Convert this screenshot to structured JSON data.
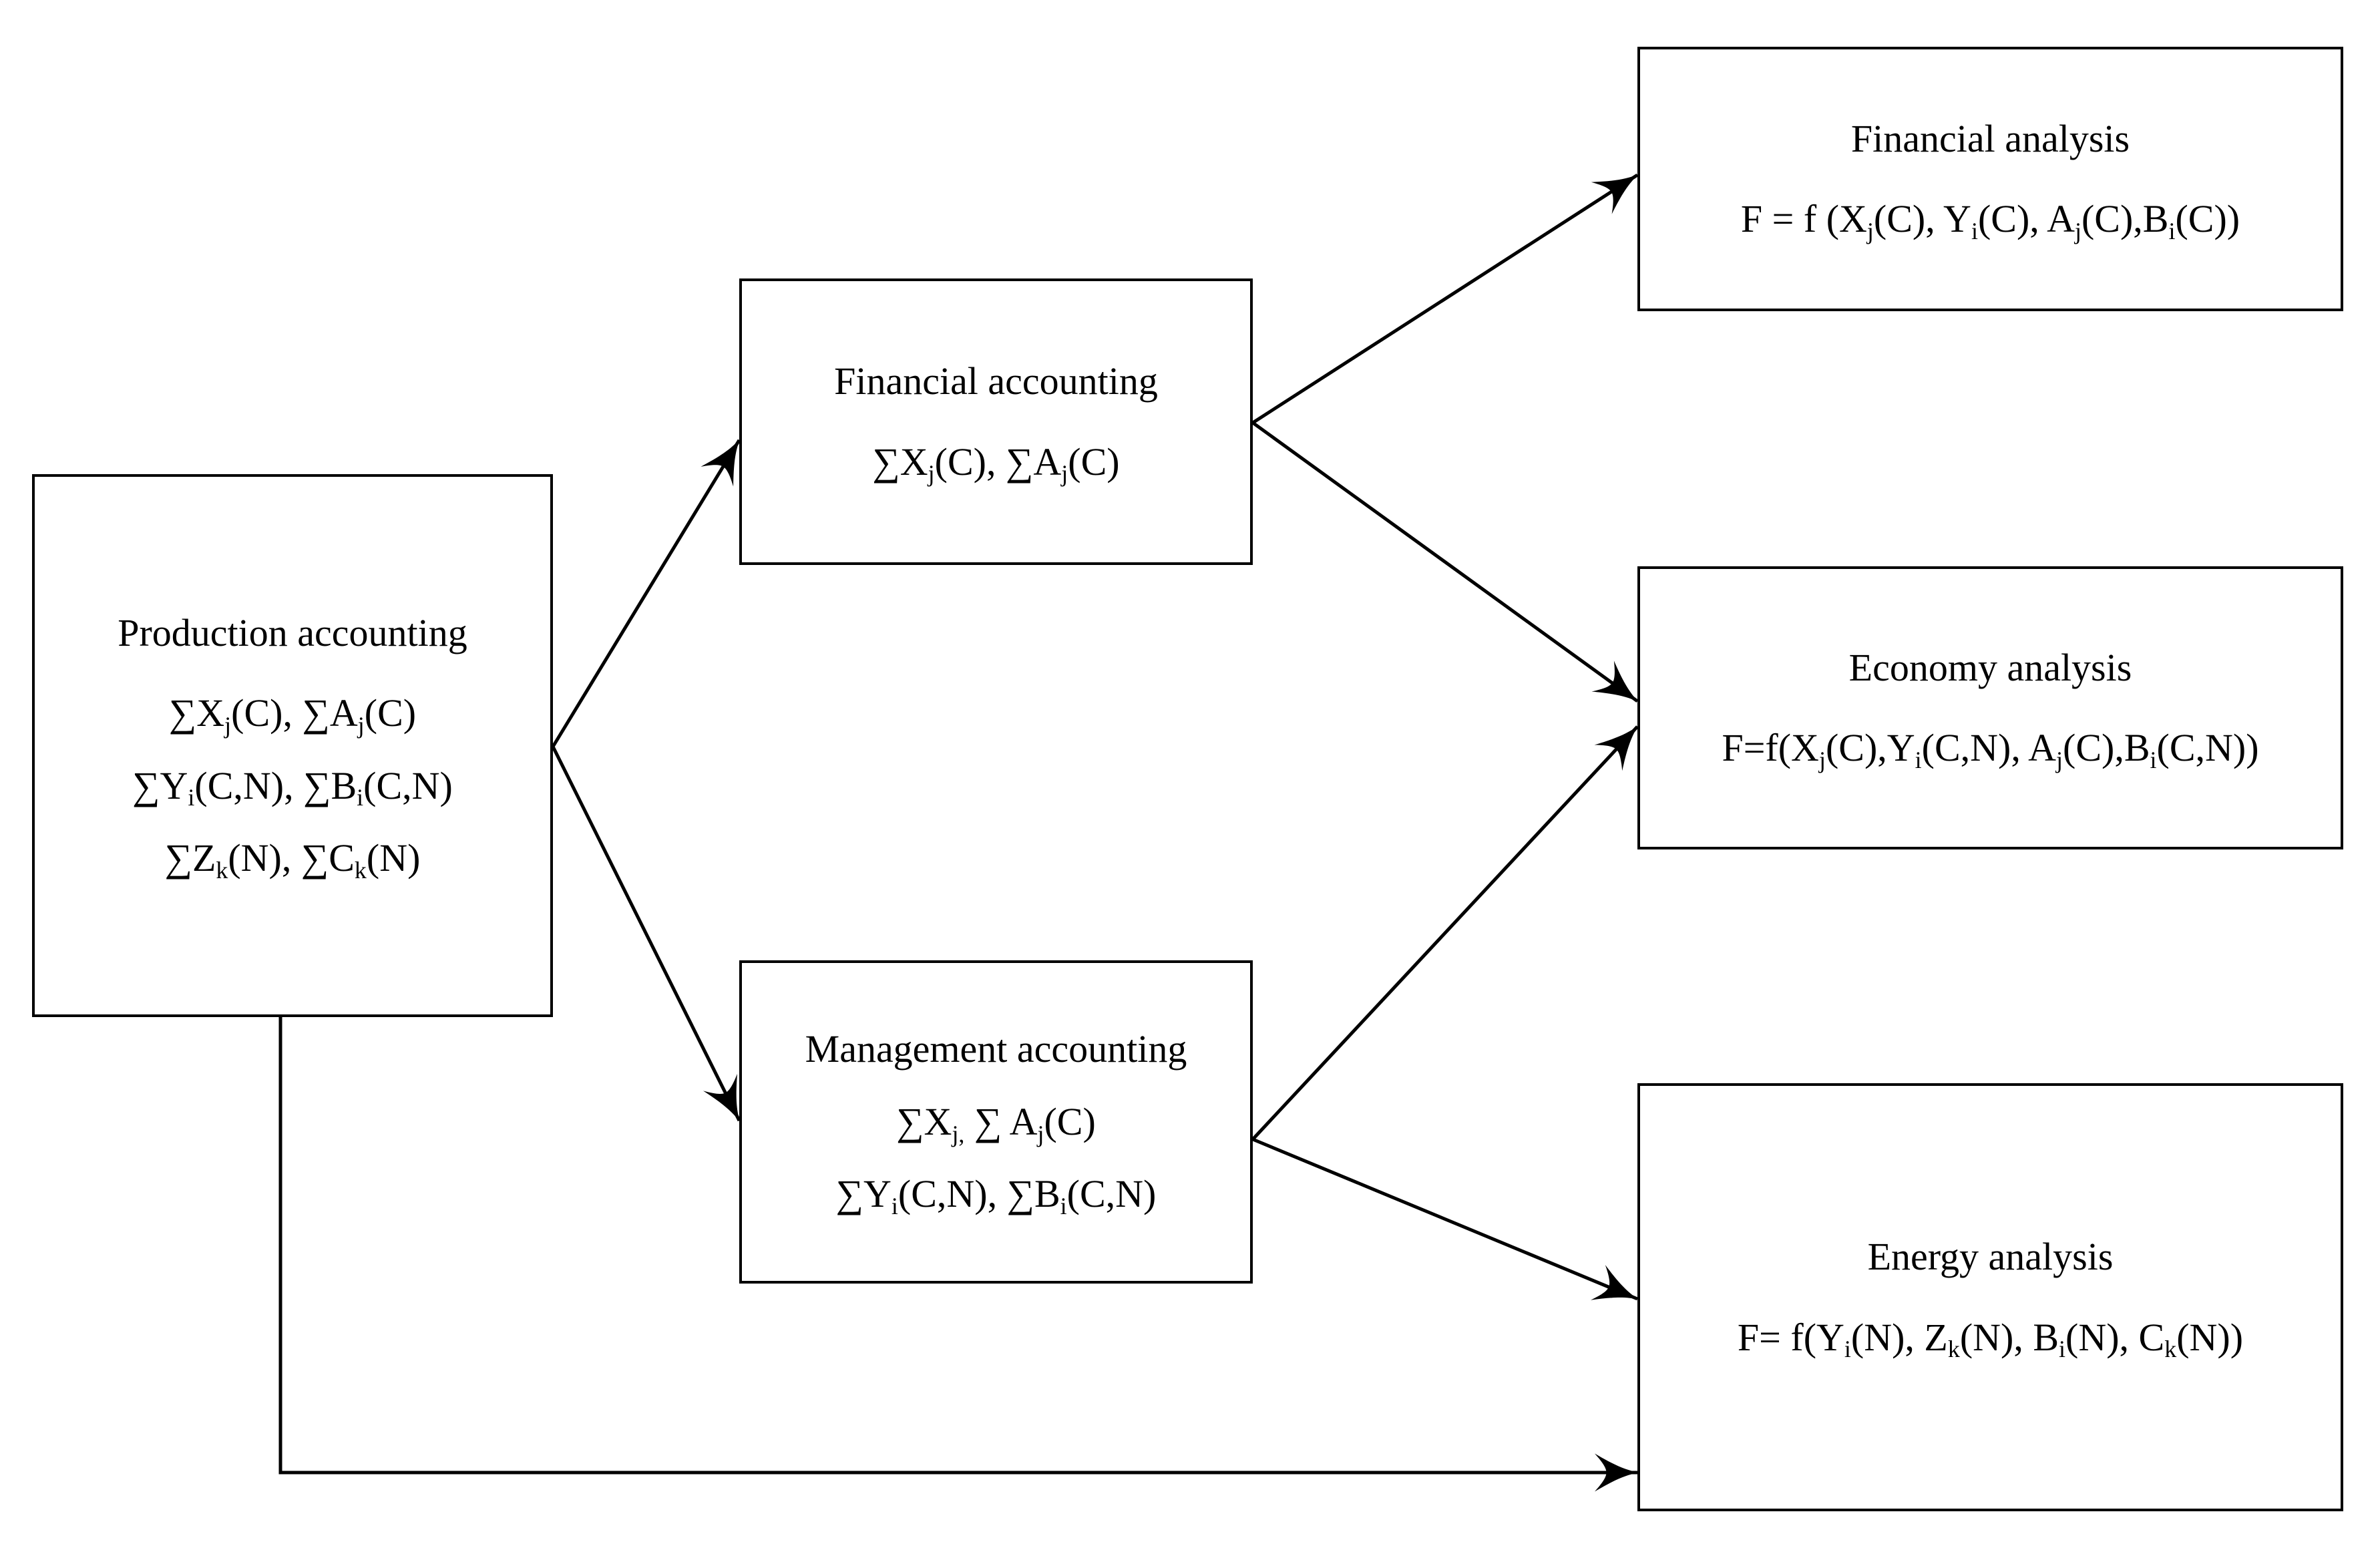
{
  "diagram": {
    "title": "Accounting to analysis information flow",
    "background_color": "#ffffff",
    "line_color": "#000000",
    "text_color": "#000000",
    "stroke_width": 4,
    "arrow_style": "stealth-concave"
  },
  "nodes": {
    "production_accounting": {
      "title": "Production accounting",
      "lines": [
        "∑Xⱼ(C), ∑Aⱼ(C)",
        "∑Yᵢ(C,N), ∑Bᵢ(C,N)",
        "∑Zₖ(N), ∑Cₖ(N)"
      ],
      "line_parts": [
        {
          "pre": "∑X",
          "sub": "j",
          "post": "(C), ",
          "pre2": "∑A",
          "sub2": "j",
          "post2": "(C)"
        },
        {
          "pre": "∑Y",
          "sub": "i",
          "post": "(C,N), ",
          "pre2": "∑B",
          "sub2": "i",
          "post2": "(C,N)"
        },
        {
          "pre": "∑Z",
          "sub": "k",
          "post": "(N), ",
          "pre2": "∑C",
          "sub2": "k",
          "post2": "(N)"
        }
      ]
    },
    "financial_accounting": {
      "title": "Financial accounting",
      "line_parts": [
        {
          "pre": "∑X",
          "sub": "j",
          "post": "(C), ",
          "pre2": "∑A",
          "sub2": "j",
          "post2": "(C)"
        }
      ]
    },
    "management_accounting": {
      "title": "Management accounting",
      "line_parts": [
        {
          "pre": "∑X",
          "sub": "j,",
          "post": " ∑ A",
          "sub2": "j",
          "post2": "(C)"
        },
        {
          "pre": "∑Y",
          "sub": "i",
          "post": "(C,N), ",
          "pre2": "∑B",
          "sub2": "i",
          "post2": "(C,N)"
        }
      ]
    },
    "financial_analysis": {
      "title": "Financial analysis",
      "formula_parts": [
        {
          "t": "F = f (X"
        },
        {
          "s": "j"
        },
        {
          "t": "(C), Y"
        },
        {
          "s": "i"
        },
        {
          "t": "(C), A"
        },
        {
          "s": "j"
        },
        {
          "t": "(C),B"
        },
        {
          "s": "i"
        },
        {
          "t": "(C))"
        }
      ],
      "formula_plain": "F = f (Xⱼ(C), Yᵢ(C), Aⱼ(C),Bᵢ(C))"
    },
    "economy_analysis": {
      "title": "Economy analysis",
      "formula_parts": [
        {
          "t": "F=f(X"
        },
        {
          "s": "j"
        },
        {
          "t": "(C),Y"
        },
        {
          "s": "i"
        },
        {
          "t": "(C,N), A"
        },
        {
          "s": "j"
        },
        {
          "t": "(C),B"
        },
        {
          "s": "i"
        },
        {
          "t": "(C,N))"
        }
      ],
      "formula_plain": "F=f(Xⱼ(C),Yᵢ(C,N), Aⱼ(C),Bᵢ(C,N))"
    },
    "energy_analysis": {
      "title": "Energy analysis",
      "formula_parts": [
        {
          "t": "F= f(Y"
        },
        {
          "s": "i"
        },
        {
          "t": "(N), Z"
        },
        {
          "s": "k"
        },
        {
          "t": "(N), B"
        },
        {
          "s": "i"
        },
        {
          "t": "(N), C"
        },
        {
          "s": "k"
        },
        {
          "t": "(N))"
        }
      ],
      "formula_plain": "F= f(Yᵢ(N), Zₖ(N), Bᵢ(N), Cₖ(N))"
    }
  },
  "edges": [
    {
      "id": "prod-to-financial-acct",
      "from": "production_accounting",
      "to": "financial_accounting",
      "kind": "diagonal-up"
    },
    {
      "id": "prod-to-management-acct",
      "from": "production_accounting",
      "to": "management_accounting",
      "kind": "diagonal-down"
    },
    {
      "id": "financial-acct-to-financial-analysis",
      "from": "financial_accounting",
      "to": "financial_analysis",
      "kind": "diagonal-up"
    },
    {
      "id": "financial-acct-to-economy-analysis",
      "from": "financial_accounting",
      "to": "economy_analysis",
      "kind": "diagonal-down"
    },
    {
      "id": "management-acct-to-economy-analysis",
      "from": "management_accounting",
      "to": "economy_analysis",
      "kind": "diagonal-up"
    },
    {
      "id": "management-acct-to-energy-analysis",
      "from": "management_accounting",
      "to": "energy_analysis",
      "kind": "diagonal-down"
    },
    {
      "id": "prod-to-energy-analysis",
      "from": "production_accounting",
      "to": "energy_analysis",
      "kind": "orthogonal-bottom"
    }
  ]
}
